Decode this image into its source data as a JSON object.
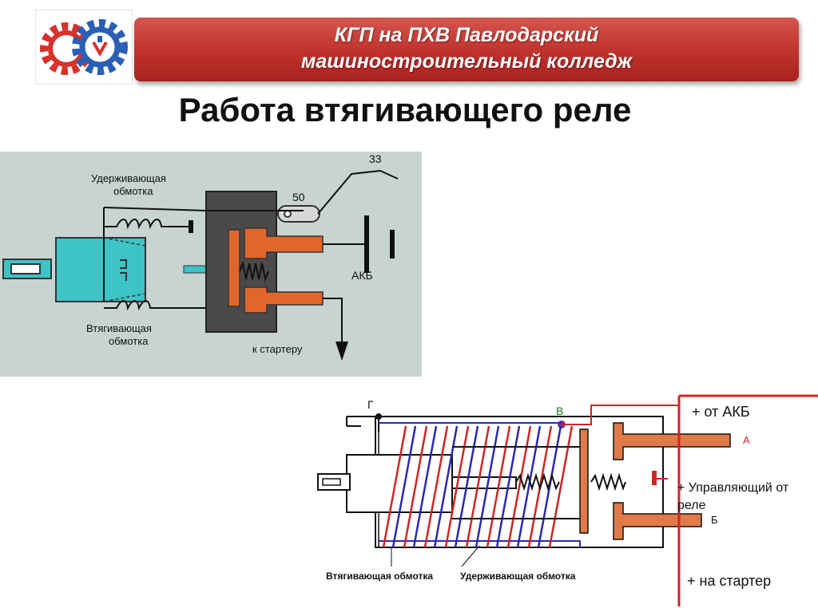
{
  "header": {
    "logo": "college-gear-logo",
    "banner_line1": "КГП на ПХВ Павлодарский",
    "banner_line2": "машиностроительный колледж"
  },
  "slide_title": "Работа втягивающего реле",
  "diagram1": {
    "holding_winding_line1": "Удерживающая",
    "holding_winding_line2": "обмотка",
    "pull_in_winding_line1": "Втягивающая",
    "pull_in_winding_line2": "обмотка",
    "terminal_33": "33",
    "terminal_50": "50",
    "battery": "АКБ",
    "to_starter": "к стартеру"
  },
  "diagram2": {
    "point_g": "Г",
    "point_v": "В",
    "plus_from_battery": "+ от АКБ",
    "contact_a": "А",
    "control_line1": "+ Управляющий от",
    "control_line2": "реле",
    "contact_b": "Б",
    "to_starter": "+ на стартер",
    "pull_in_winding": "Втягивающая обмотка",
    "holding_winding": "Удерживающая обмотка"
  },
  "colors": {
    "banner_red": "#c0312c",
    "teal": "#3ec3c6",
    "dark_gray": "#4a4a4a",
    "orange": "#e0662b",
    "blue_wire": "#2a2ab0",
    "red_wire": "#d02525",
    "diagram2_orange": "#e07a48"
  }
}
